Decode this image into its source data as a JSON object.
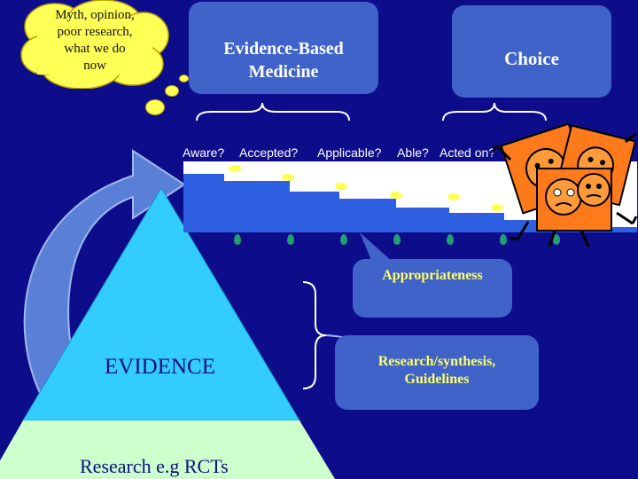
{
  "thought_cloud": {
    "lines": [
      "Myth, opinion,",
      "poor research,",
      "what we do",
      "now"
    ]
  },
  "callouts": {
    "ebm": [
      "Evidence-Based",
      "Medicine"
    ],
    "choice": "Choice",
    "appropriateness": "Appropriateness",
    "research": [
      "Research/synthesis,",
      "Guidelines"
    ]
  },
  "pipeline": {
    "stages": [
      "Aware?",
      "Accepted?",
      "Applicable?",
      "Able?",
      "Acted on?"
    ]
  },
  "pyramid": {
    "top_label": "EVIDENCE",
    "base_label": "Research e.g RCTs"
  },
  "colors": {
    "background": "#0d0d8c",
    "callout": "#3f63c8",
    "pyramid": "#33ccff",
    "pyramid_base": "#ccffcc",
    "highlight_text": "#ffff66",
    "pipeline_bar": "#2e5fe0",
    "cloud": "#ffff55",
    "droplet": "#20a070",
    "figure_square": "#ff7a1a"
  },
  "icons": [
    "thought-cloud-icon",
    "curved-arrow-icon",
    "droplet-icon",
    "frustrated-face-icon",
    "brace-icon"
  ]
}
